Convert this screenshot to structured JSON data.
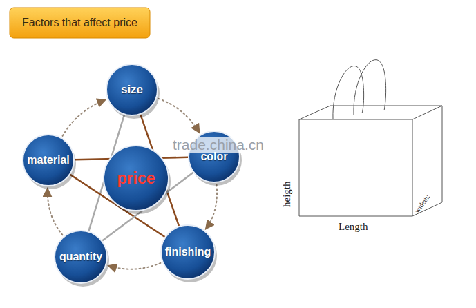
{
  "diagram": {
    "nodes": [
      {
        "text": [
          "Factors that affect price"
        ]
      },
      {
        "text": [
          "size"
        ]
      },
      {
        "text": [
          "material"
        ]
      },
      {
        "text": [
          "price"
        ]
      },
      {
        "text": [
          "color"
        ]
      },
      {
        "text": [
          "quantity"
        ]
      },
      {
        "text": [
          "finishing"
        ]
      }
    ],
    "edges": [
      {
        "from": 1,
        "to": 4,
        "arrow": "to"
      },
      {
        "from": 4,
        "to": 6,
        "arrow": "to"
      },
      {
        "from": 6,
        "to": 5,
        "arrow": "to"
      },
      {
        "from": 5,
        "to": 2,
        "arrow": "to"
      },
      {
        "from": 2,
        "to": 1,
        "arrow": "to"
      },
      {
        "from": 1,
        "to": 5,
        "arrow": "none"
      },
      {
        "from": 1,
        "to": 6,
        "arrow": "none"
      },
      {
        "from": 2,
        "to": 4,
        "arrow": "none"
      },
      {
        "from": 2,
        "to": 6,
        "arrow": "none"
      },
      {
        "from": 4,
        "to": 5,
        "arrow": "none"
      }
    ],
    "labels": [
      "trade.china.cn",
      "heigth",
      "Length",
      "wideth:"
    ]
  }
}
